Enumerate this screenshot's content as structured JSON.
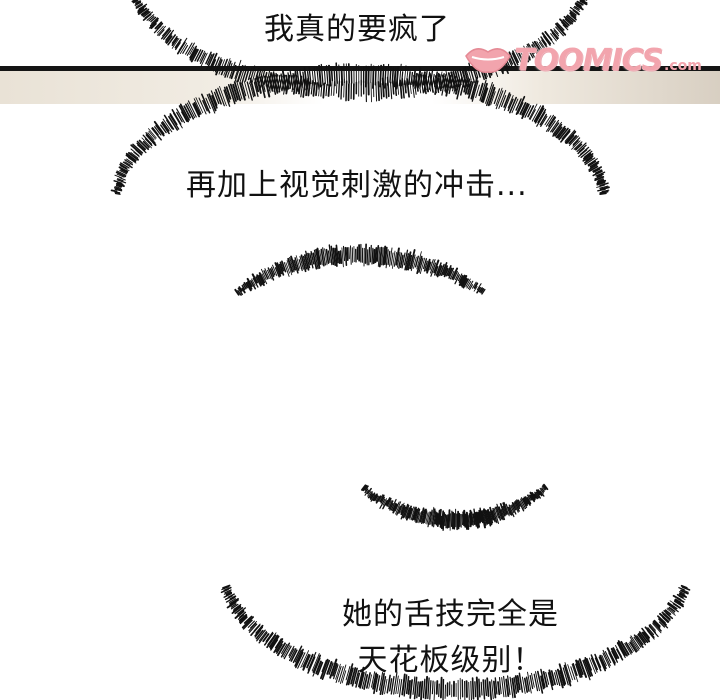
{
  "captions": {
    "line1": "我真的要疯了",
    "line2": "再加上视觉刺激的冲击...",
    "line3a": "她的舌技完全是",
    "line3b": "天花板级别！"
  },
  "watermark": {
    "brand": "TOOMICS",
    "tld": ".com",
    "icon": "lips-logo-icon",
    "color": "#f2a4ad"
  },
  "colors": {
    "ink": "#111111",
    "background": "#ffffff"
  }
}
